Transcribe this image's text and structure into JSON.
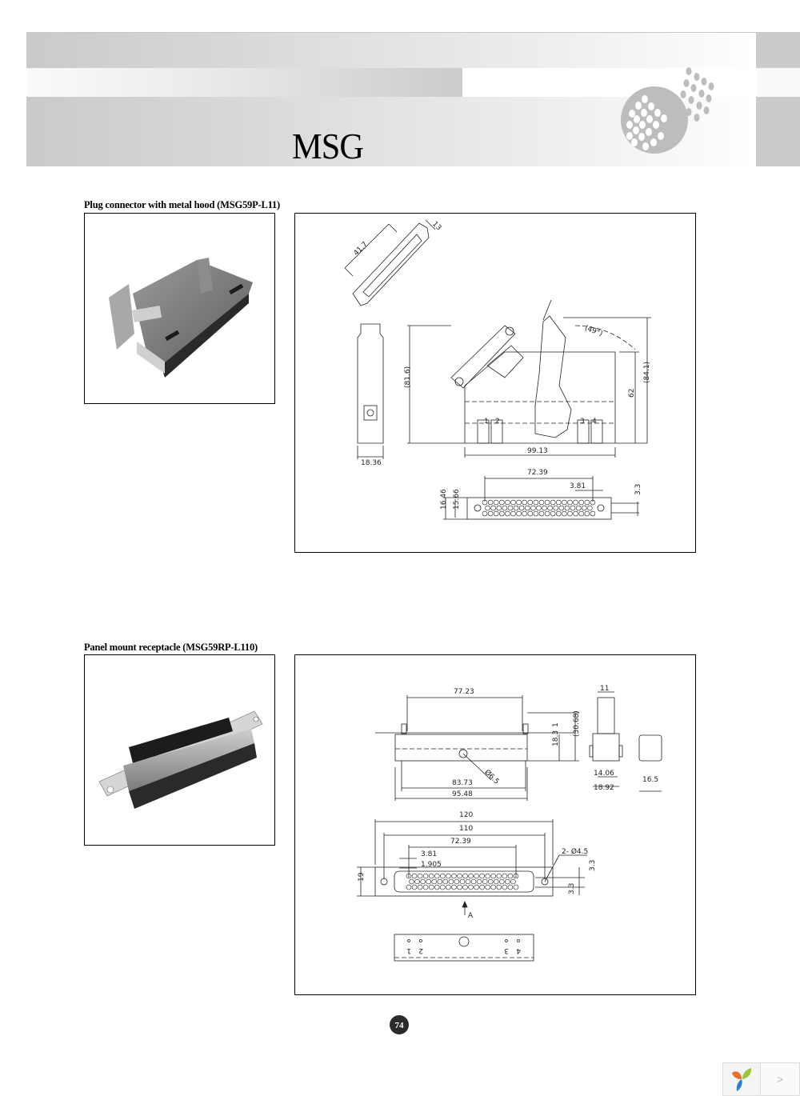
{
  "header": {
    "title": "MSG",
    "logo_icon": "connector-dots-logo-icon"
  },
  "sections": [
    {
      "caption": "Plug connector with metal hood (MSG59P-L11)",
      "photo_alt": "Photo of plug connector with metal hood",
      "drawing": {
        "top_view": {
          "length": "41.7",
          "width": "13"
        },
        "side_view": {
          "width": "18.36",
          "height": "(81.6)"
        },
        "front_view": {
          "width": "99.13",
          "height": "62",
          "overall_height": "(84.1)",
          "angle": "(49°)",
          "terminal_labels": [
            "1",
            "2",
            "3",
            "4"
          ]
        },
        "mating_face": {
          "pin_span": "72.39",
          "pitch": "3.81",
          "row_pitch": "3.3",
          "outer_height": "16.46",
          "inner_height": "15.66"
        }
      }
    },
    {
      "caption": "Panel mount receptacle (MSG59RP-L110)",
      "photo_alt": "Photo of panel mount receptacle",
      "drawing": {
        "side_view": {
          "top_span": "77.23",
          "flange_thickness": "1",
          "body_height": "18.3",
          "overall_height": "(30.68)",
          "hole_dia": "Ø6.5",
          "inner_length": "83.73",
          "outer_length": "95.48"
        },
        "end_view": {
          "top_width": "11",
          "inner_width": "14.06",
          "outer_width": "18.92"
        },
        "cap_view": {
          "width": "16.5"
        },
        "front_view": {
          "overall_length": "120",
          "mount_hole_spacing": "110",
          "pin_span": "72.39",
          "pitch": "3.81",
          "half_pitch": "1.905",
          "mount_holes": "2- Ø4.5",
          "height": "19",
          "row_pitch_top": "3.3",
          "row_pitch_bottom": "3.3",
          "view_arrow": "A"
        },
        "bottom_view": {
          "terminal_labels": [
            "1",
            "2",
            "3",
            "4"
          ]
        }
      }
    }
  ],
  "footer": {
    "page_number": "74"
  },
  "nav_widget": {
    "logo_icon": "y-leaf-logo-icon",
    "next_label": ">"
  }
}
